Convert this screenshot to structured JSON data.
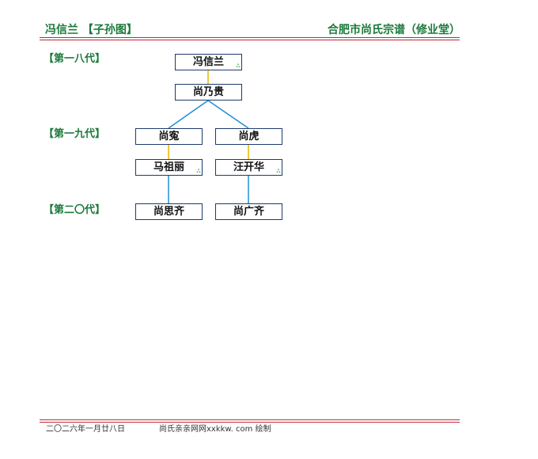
{
  "header": {
    "title": "冯信兰 【子孙图】",
    "clan": "合肥市尚氏宗谱（修业堂）"
  },
  "generations": [
    {
      "label": "【第一八代】"
    },
    {
      "label": "【第一九代】"
    },
    {
      "label": "【第二〇代】"
    }
  ],
  "nodes": [
    {
      "id": "n1",
      "name": "冯信兰",
      "spouse_mark": true
    },
    {
      "id": "n2",
      "name": "尚乃贵",
      "spouse_mark": false
    },
    {
      "id": "n3",
      "name": "尚寃",
      "spouse_mark": false
    },
    {
      "id": "n4",
      "name": "尚虎",
      "spouse_mark": false
    },
    {
      "id": "n5",
      "name": "马祖丽",
      "spouse_mark": true
    },
    {
      "id": "n6",
      "name": "汪开华",
      "spouse_mark": true
    },
    {
      "id": "n7",
      "name": "尚思齐",
      "spouse_mark": false
    },
    {
      "id": "n8",
      "name": "尚广齐",
      "spouse_mark": false
    }
  ],
  "footer": {
    "date": "二〇二六年一月廿八日",
    "credit": "尚氏亲亲网网xxkkw. com 绘制"
  },
  "colors": {
    "accent_green": "#1a7a3a",
    "rule_red": "#c0283a",
    "marriage_line": "#e8b400",
    "descent_line": "#1e8fd8",
    "node_border": "#1e3a6e"
  },
  "icons": {
    "spouse_mark": "small-green-glyph"
  }
}
